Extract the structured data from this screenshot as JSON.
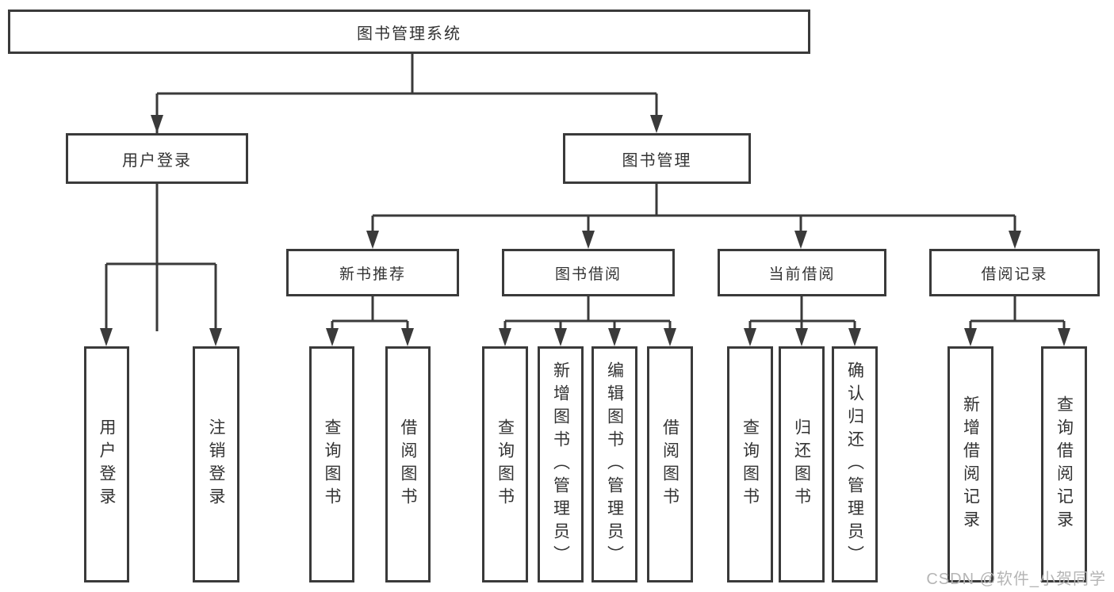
{
  "tree": {
    "root": {
      "label": "图书管理系统"
    },
    "user_login": {
      "label": "用户登录",
      "children": [
        {
          "label": "用户登录"
        },
        {
          "label": "注销登录"
        }
      ]
    },
    "book_mgmt": {
      "label": "图书管理",
      "groups": [
        {
          "label": "新书推荐",
          "children": [
            {
              "label": "查询图书"
            },
            {
              "label": "借阅图书"
            }
          ]
        },
        {
          "label": "图书借阅",
          "children": [
            {
              "label": "查询图书"
            },
            {
              "label": "新增图书（管理员）"
            },
            {
              "label": "编辑图书（管理员）"
            },
            {
              "label": "借阅图书"
            }
          ]
        },
        {
          "label": "当前借阅",
          "children": [
            {
              "label": "查询图书"
            },
            {
              "label": "归还图书"
            },
            {
              "label": "确认归还（管理员）"
            }
          ]
        },
        {
          "label": "借阅记录",
          "children": [
            {
              "label": "新增借阅记录"
            },
            {
              "label": "查询借阅记录"
            }
          ]
        }
      ]
    }
  },
  "watermark": "CSDN @软件_小贺同学",
  "colors": {
    "line": "#3a3a3a",
    "text": "#333333",
    "box_bg": "#ffffff",
    "watermark": "#b5b5b5"
  }
}
